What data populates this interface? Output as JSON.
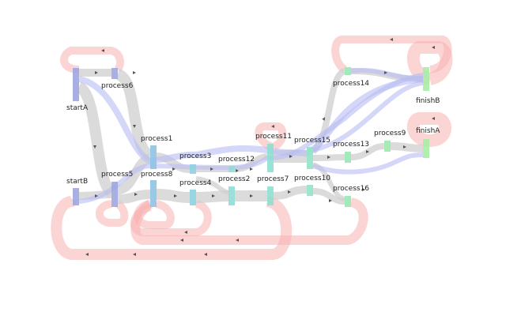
{
  "diagram": {
    "type": "sankey-flow",
    "nodes": [
      {
        "id": "startA",
        "label": "startA",
        "color": "#9fa6e0"
      },
      {
        "id": "startB",
        "label": "startB",
        "color": "#9fa6e0"
      },
      {
        "id": "process6",
        "label": "process6",
        "color": "#9fa6e0"
      },
      {
        "id": "process5",
        "label": "process5",
        "color": "#9fa6e0"
      },
      {
        "id": "process1",
        "label": "process1",
        "color": "#8fc3e6"
      },
      {
        "id": "process8",
        "label": "process8",
        "color": "#8fc3e6"
      },
      {
        "id": "process3",
        "label": "process3",
        "color": "#8fd0e0"
      },
      {
        "id": "process4",
        "label": "process4",
        "color": "#8fd0e0"
      },
      {
        "id": "process12",
        "label": "process12",
        "color": "#8fdbd6"
      },
      {
        "id": "process2",
        "label": "process2",
        "color": "#8fdbd6"
      },
      {
        "id": "process11",
        "label": "process11",
        "color": "#8fdfd0"
      },
      {
        "id": "process7",
        "label": "process7",
        "color": "#8fdfd0"
      },
      {
        "id": "process15",
        "label": "process15",
        "color": "#92e3c6"
      },
      {
        "id": "process10",
        "label": "process10",
        "color": "#92e3c6"
      },
      {
        "id": "process14",
        "label": "process14",
        "color": "#98e8b4"
      },
      {
        "id": "process13",
        "label": "process13",
        "color": "#98e8b4"
      },
      {
        "id": "process16",
        "label": "process16",
        "color": "#98e8b4"
      },
      {
        "id": "process9",
        "label": "process9",
        "color": "#9de8ac"
      },
      {
        "id": "finishB",
        "label": "finishB",
        "color": "#a8eda6"
      },
      {
        "id": "finishA",
        "label": "finishA",
        "color": "#a8eda6"
      }
    ],
    "link_colors": {
      "forward": "#cfcfcf",
      "highlight": "#b8bdf2",
      "backward": "#f7b0b0"
    }
  }
}
